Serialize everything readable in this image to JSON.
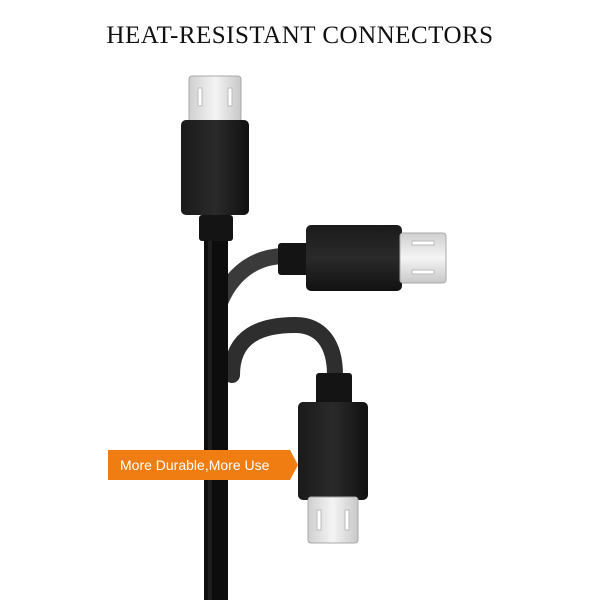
{
  "headline": "HEAT-RESISTANT CONNECTORS",
  "badge": {
    "label": "More Durable,More Use"
  },
  "colors": {
    "background": "#ffffff",
    "cable": "#0d0d0d",
    "connector_metal": "#e6e6e6",
    "badge_orange": "#f07d12"
  },
  "icons": [
    "micro-usb-connector",
    "cable"
  ]
}
